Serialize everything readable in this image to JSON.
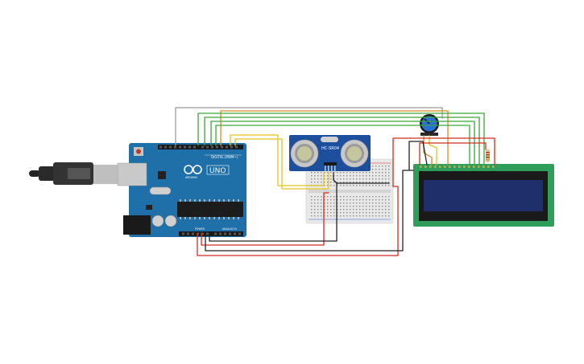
{
  "arduino": {
    "brand": "ARDUINO",
    "model": "UNO",
    "digital_label": "DIGITAL (PWM~)",
    "power_label": "POWER",
    "analog_label": "ANALOG IN",
    "board_color": "#1f6fa8"
  },
  "sensor": {
    "label": "HC-SR04",
    "board_color": "#1e4f9c"
  },
  "lcd": {
    "board_color": "#2f9e5a",
    "screen_color": "#1f2f6b"
  },
  "breadboard": {
    "color": "#e8e8e8"
  },
  "wire_colors": {
    "red": "#d42a20",
    "black": "#222222",
    "green": "#3aa637",
    "orange": "#d98c1e",
    "yellow": "#e4c21c",
    "gray": "#9a9a9a"
  }
}
